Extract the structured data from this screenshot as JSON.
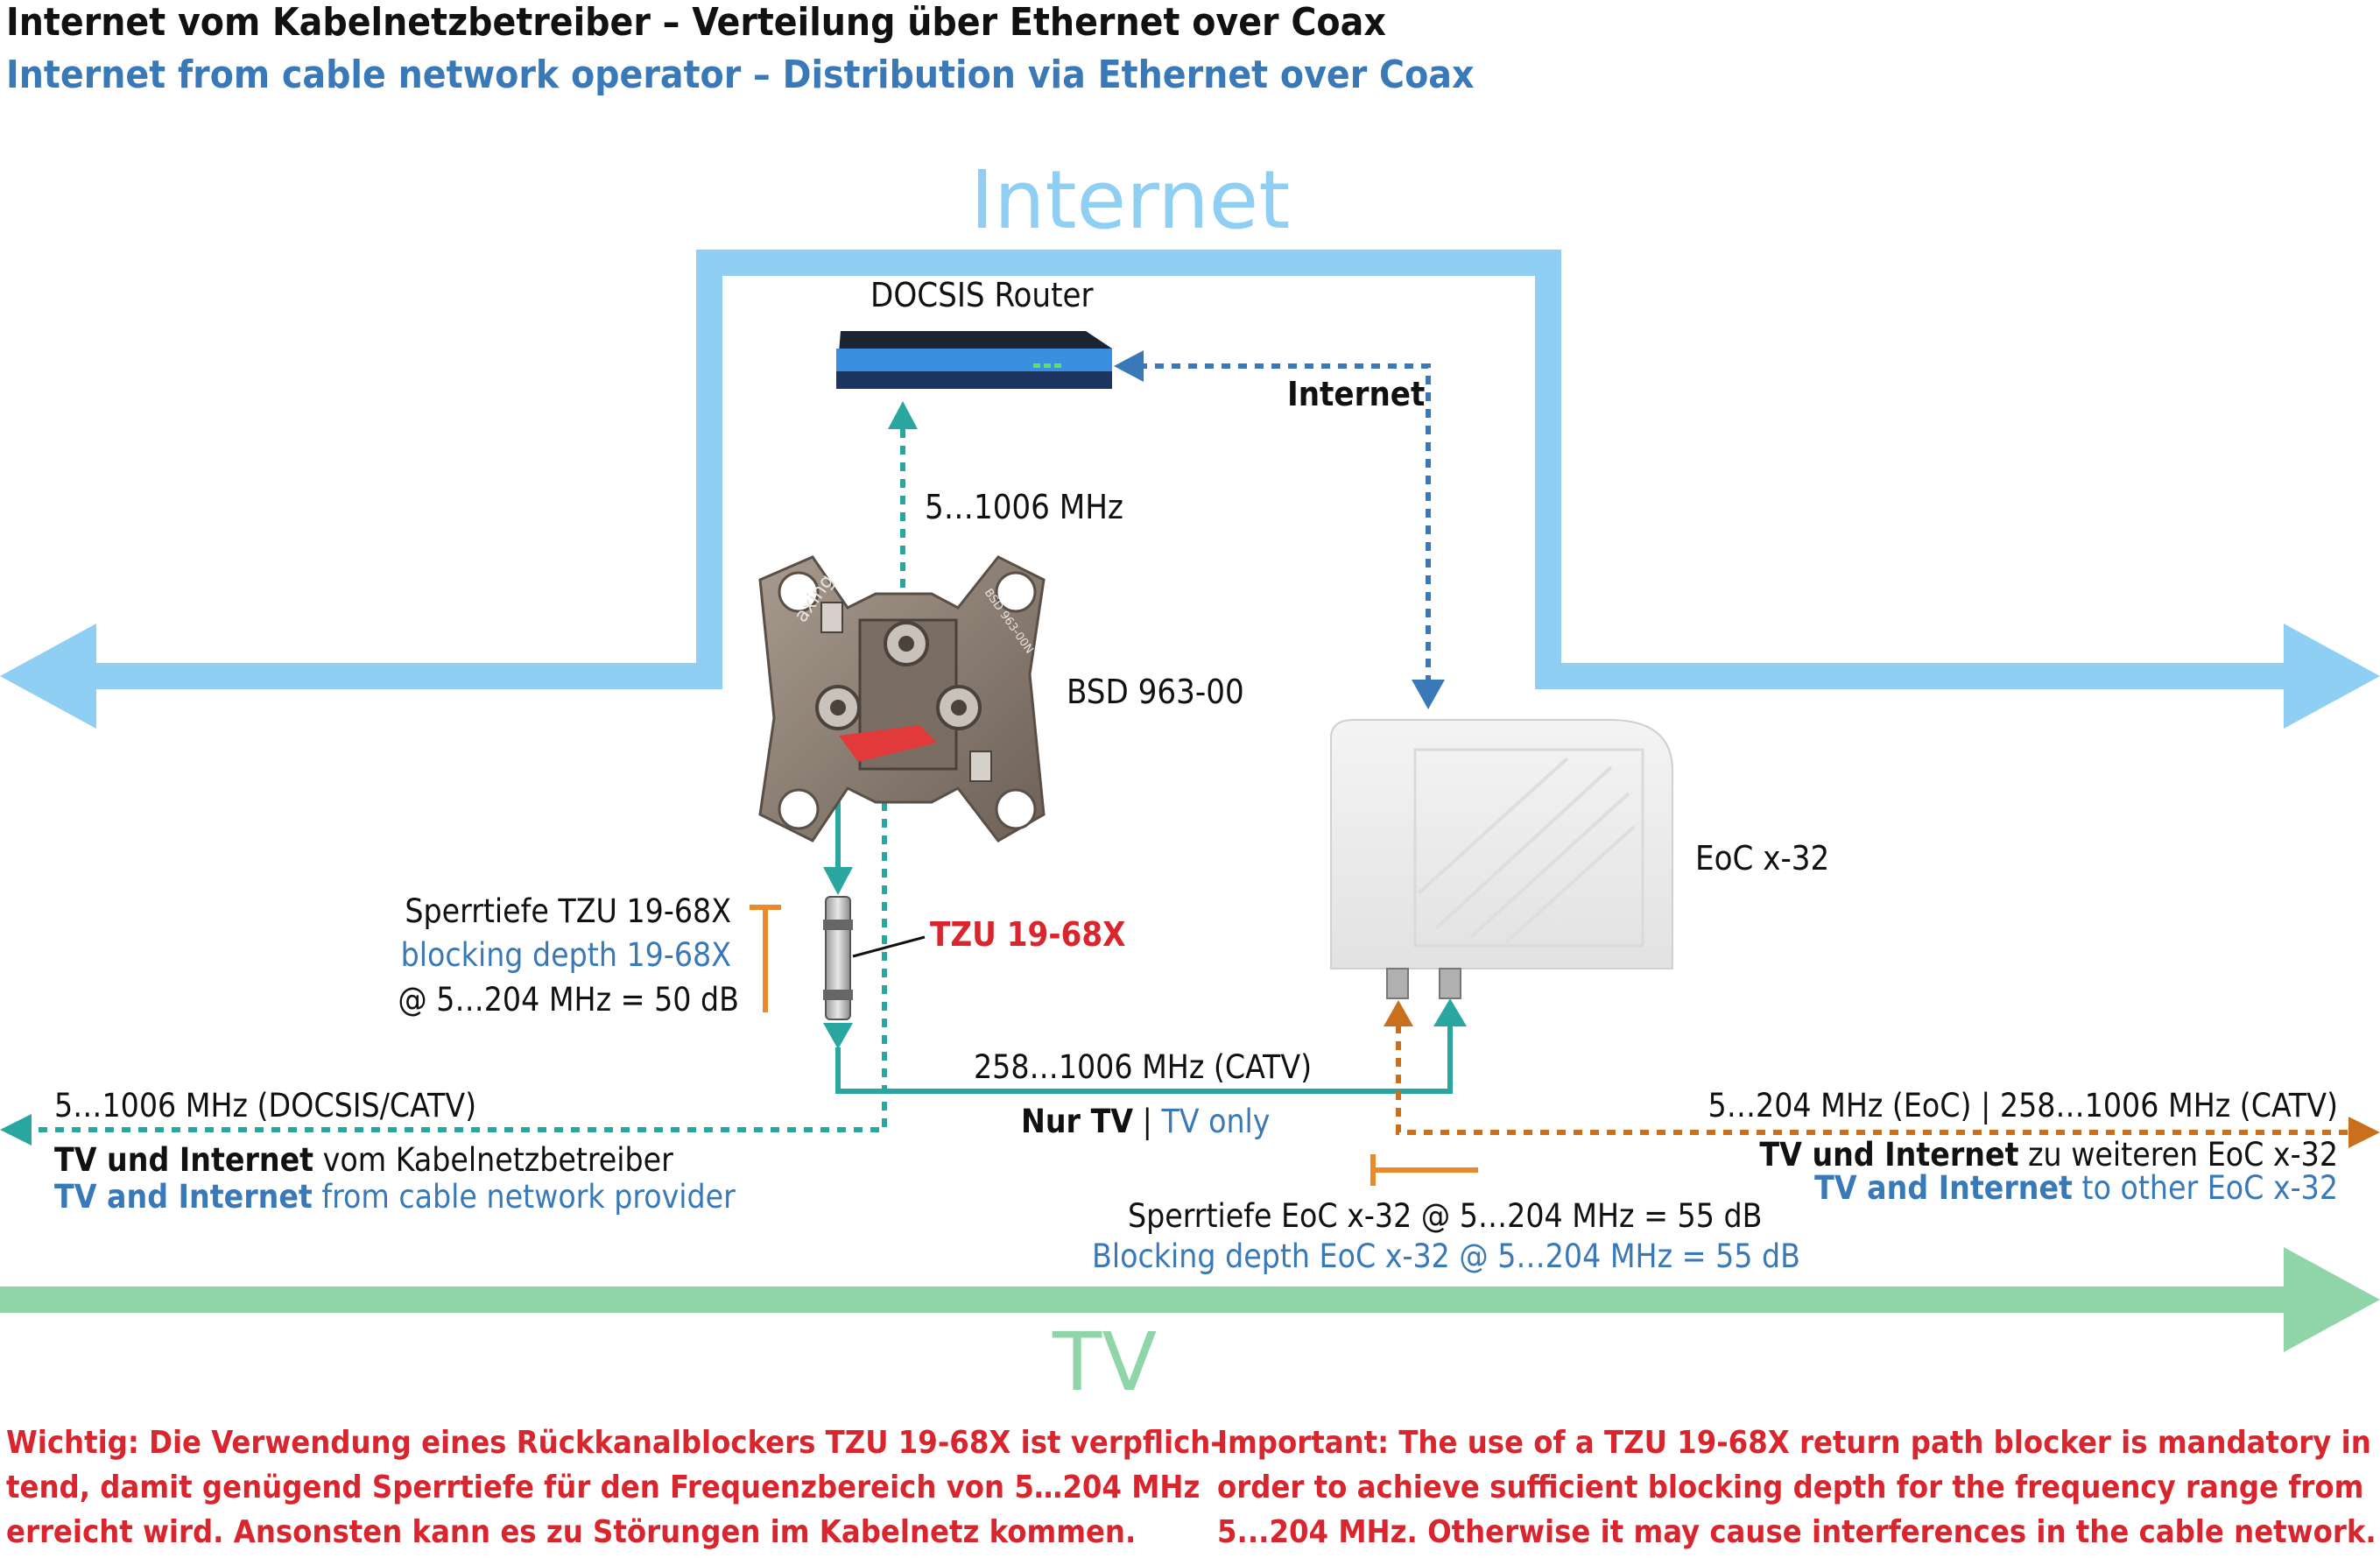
{
  "title": {
    "de": "Internet vom Kabelnetzbetreiber – Verteilung über Ethernet over Coax",
    "en": "Internet from cable network operator – Distribution via Ethernet over Coax"
  },
  "labels": {
    "internet_big": "Internet",
    "tv_big": "TV",
    "router": "DOCSIS Router",
    "internet_link": "Internet",
    "freq_router": "5…1006 MHz",
    "wall_outlet": "BSD 963-00",
    "eoc": "EoC x-32",
    "tzu": "TZU 19-68X",
    "block_tzu_de": "Sperrtiefe TZU 19-68X",
    "block_tzu_en": "blocking depth 19-68X",
    "block_tzu_val": "@ 5…204 MHz = 50 dB",
    "catv_freq": "258…1006 MHz (CATV)",
    "nur_tv": "Nur TV",
    "sep": "|",
    "tv_only": "TV only",
    "left_freq": "5…1006 MHz (DOCSIS/CATV)",
    "left_de_bold": "TV und Internet",
    "left_de_rest": " vom Kabelnetzbetreiber",
    "left_en_bold": "TV and Internet",
    "left_en_rest": " from cable network provider",
    "right_freq": "5…204 MHz (EoC) | 258…1006 MHz (CATV)",
    "right_de_bold": "TV und Internet",
    "right_de_rest": " zu weiteren EoC x-32",
    "right_en_bold": "TV and Internet",
    "right_en_rest": " to other EoC x-32",
    "block_eoc_de": "Sperrtiefe EoC x-32 @ 5…204 MHz = 55 dB",
    "block_eoc_en": "Blocking depth EoC x-32 @ 5…204 MHz = 55 dB"
  },
  "notes": {
    "de": [
      "Wichtig: Die Verwendung eines Rückkanalblockers TZU 19-68X ist verpflich-",
      "tend, damit genügend Sperrtiefe für den Frequenzbereich von 5…204 MHz",
      "erreicht wird. Ansonsten kann es zu Störungen im Kabelnetz kommen."
    ],
    "en": [
      "Important: The use of a TZU 19-68X return path blocker is mandatory in",
      "order to achieve sufficient blocking depth for the frequency range from",
      "5...204 MHz. Otherwise it may cause interferences in the cable network."
    ]
  },
  "device_text": {
    "outlet_brand": "axing",
    "outlet_model": "BSD 963-00N"
  },
  "icons": [
    "wall-outlet-icon",
    "router-icon",
    "eoc-adapter-icon",
    "blocker-filter-icon"
  ],
  "colors": {
    "internet_line": "#8ecff3",
    "tv_line": "#8fd5a8",
    "coax_teal": "#2aa6a0",
    "internet_link": "#3a79b8",
    "eoc_link": "#c8701e",
    "blocking_marker": "#ea8a2c",
    "warning_text": "#d9262e",
    "english_text": "#3a79b8"
  }
}
